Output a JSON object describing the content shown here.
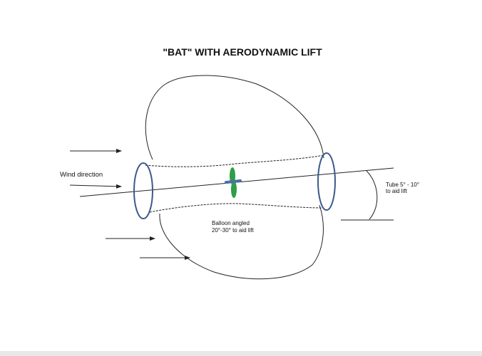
{
  "diagram": {
    "title": "\"BAT\" WITH AERODYNAMIC LIFT",
    "labels": {
      "wind_direction": "Wind direction",
      "tube_angle_line1": "Tube 5° - 10°",
      "tube_angle_line2": "to aid lift",
      "balloon_angle_line1": "Balloon angled",
      "balloon_angle_line2": "20°-30° to aid lift"
    },
    "colors": {
      "ring": "#3c5a8c",
      "propeller_blade": "#2e9e48",
      "propeller_hub": "#4a6fa8",
      "ink": "#222222"
    },
    "icons": {
      "wind": "arrow-right-icon",
      "propeller": "propeller-icon"
    }
  }
}
